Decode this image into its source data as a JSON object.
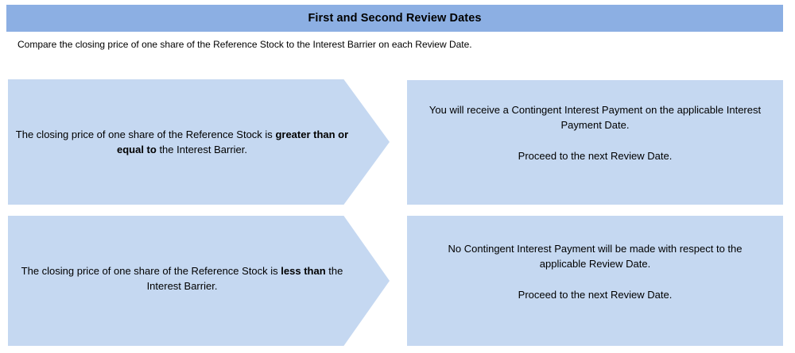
{
  "header": {
    "title": "First and Second Review Dates",
    "banner_color": "#8CAFE3"
  },
  "subtitle": "Compare the closing price of one share of the Reference Stock to the Interest Barrier on each Review Date.",
  "shape_color": "#C5D8F1",
  "rows": [
    {
      "condition": {
        "line1": "The closing price of one share of the Reference Stock is",
        "emphasis": "greater than or equal to",
        "line2_tail": " the Interest Barrier."
      },
      "outcome": {
        "primary": "You will receive a Contingent Interest Payment on the applicable Interest Payment Date.",
        "secondary": "Proceed to the next Review Date."
      }
    },
    {
      "condition": {
        "line1": "The closing price of one share of the Reference Stock is",
        "emphasis": "less than",
        "line2_tail": " the Interest Barrier."
      },
      "outcome": {
        "primary": "No Contingent Interest Payment will be made with respect to the applicable Review Date.",
        "secondary": "Proceed to the next Review Date."
      }
    }
  ]
}
